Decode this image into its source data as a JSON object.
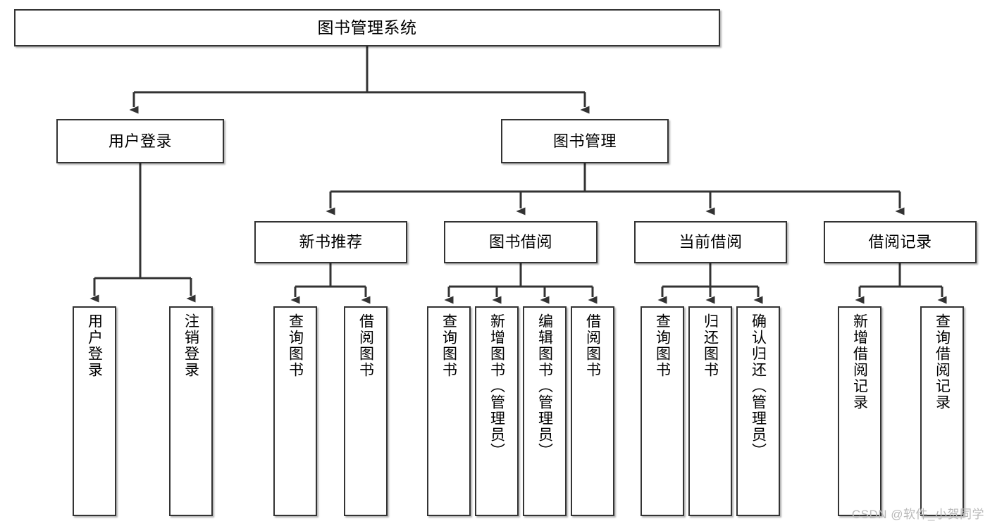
{
  "diagram": {
    "title": "图书管理系统",
    "type": "tree-hierarchy-chart",
    "watermark": "CSDN @软件_小贺同学",
    "colors": {
      "node_border": "#333333",
      "node_fill": "#ffffff",
      "edge": "#333333",
      "canvas": "#ffffff",
      "watermark": "#b9b9b9"
    },
    "levels": {
      "root": {
        "label": "图书管理系统"
      },
      "level2": [
        {
          "id": "user-login",
          "label": "用户登录"
        },
        {
          "id": "book-management",
          "label": "图书管理"
        }
      ],
      "level3": [
        {
          "id": "new-book-recommend",
          "label": "新书推荐",
          "parent": "book-management"
        },
        {
          "id": "book-borrow",
          "label": "图书借阅",
          "parent": "book-management"
        },
        {
          "id": "current-borrow",
          "label": "当前借阅",
          "parent": "book-management"
        },
        {
          "id": "borrow-record",
          "label": "借阅记录",
          "parent": "book-management"
        }
      ],
      "leaves": [
        {
          "id": "leaf-user-login",
          "label": "用户登录",
          "parent": "user-login"
        },
        {
          "id": "leaf-logout",
          "label": "注销登录",
          "parent": "user-login"
        },
        {
          "id": "leaf-query-book-1",
          "label": "查询图书",
          "parent": "new-book-recommend"
        },
        {
          "id": "leaf-borrow-book-1",
          "label": "借阅图书",
          "parent": "new-book-recommend"
        },
        {
          "id": "leaf-query-book-2",
          "label": "查询图书",
          "parent": "book-borrow"
        },
        {
          "id": "leaf-add-book",
          "label": "新增图书（管理员）",
          "parent": "book-borrow"
        },
        {
          "id": "leaf-edit-book",
          "label": "编辑图书（管理员）",
          "parent": "book-borrow"
        },
        {
          "id": "leaf-borrow-book-2",
          "label": "借阅图书",
          "parent": "book-borrow"
        },
        {
          "id": "leaf-query-book-3",
          "label": "查询图书",
          "parent": "current-borrow"
        },
        {
          "id": "leaf-return-book",
          "label": "归还图书",
          "parent": "current-borrow"
        },
        {
          "id": "leaf-confirm-return",
          "label": "确认归还（管理员）",
          "parent": "current-borrow"
        },
        {
          "id": "leaf-add-record",
          "label": "新增借阅记录",
          "parent": "borrow-record"
        },
        {
          "id": "leaf-query-record",
          "label": "查询借阅记录",
          "parent": "borrow-record"
        }
      ]
    }
  }
}
